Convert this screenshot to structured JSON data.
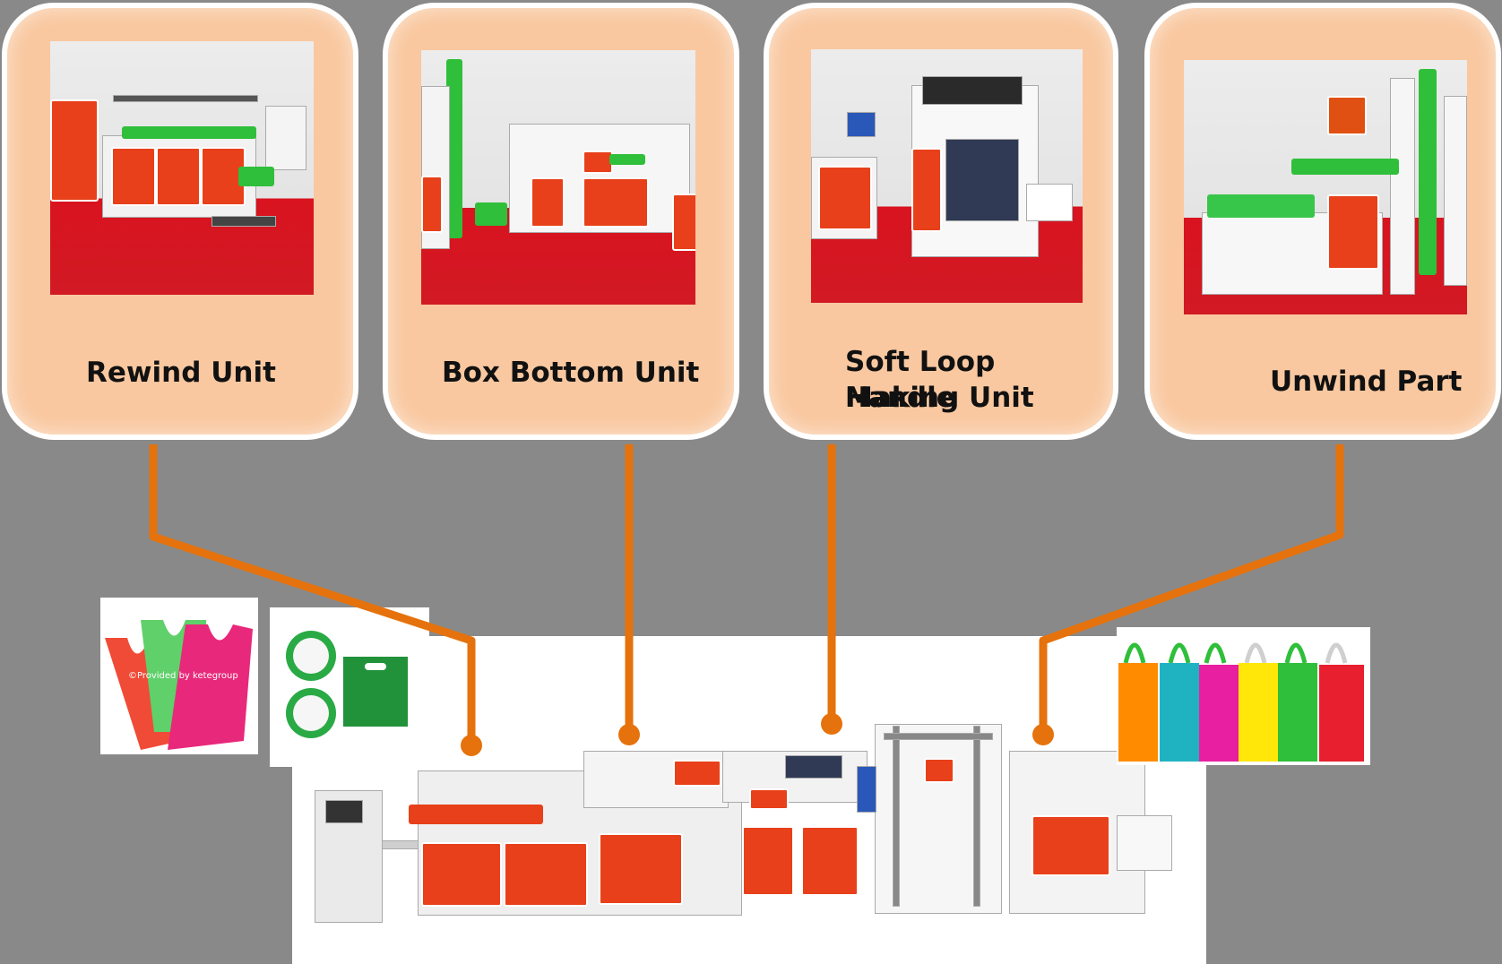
{
  "units": [
    {
      "id": "rewind",
      "label": "Rewind Unit"
    },
    {
      "id": "box-bottom",
      "label": "Box Bottom Unit"
    },
    {
      "id": "soft-loop",
      "label": "Soft Loop Handle\nMaking Unit",
      "label_line1": "Soft Loop Handle",
      "label_line2": "Making Unit"
    },
    {
      "id": "unwind",
      "label": "Unwind Part"
    }
  ],
  "watermark": "©Provided by ketegroup",
  "colors": {
    "background": "#898989",
    "card_fill": "#f9c8a0",
    "card_border": "#ffffff",
    "connector": "#e5720c",
    "machine_panel": "#e8401a",
    "floor": "#d9131f",
    "roll_green": "#2fbf3a"
  }
}
